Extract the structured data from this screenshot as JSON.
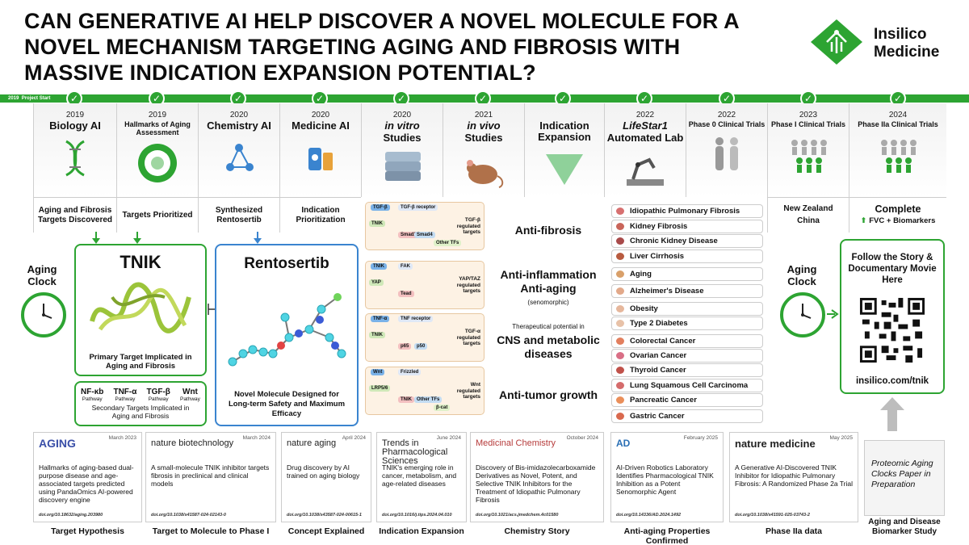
{
  "title": "CAN GENERATIVE AI HELP DISCOVER A NOVEL MOLECULE FOR A NOVEL MECHANISM TARGETING AGING AND FIBROSIS WITH MASSIVE INDICATION EXPANSION POTENTIAL?",
  "logo": {
    "line1": "Insilico",
    "line2": "Medicine"
  },
  "timeline": {
    "start_year": "2019",
    "start_label": "Project Start"
  },
  "milestones": [
    {
      "year": "2019",
      "name": "Biology AI",
      "result": "Aging and Fibrosis Targets Discovered",
      "icon": "dna-icon"
    },
    {
      "year": "2019",
      "name": "Hallmarks of Aging Assessment",
      "result": "Targets Prioritized",
      "icon": "hallmarks-wheel-icon"
    },
    {
      "year": "2020",
      "name": "Chemistry AI",
      "result": "Synthesized Rentosertib",
      "icon": "molecule-network-icon"
    },
    {
      "year": "2020",
      "name": "Medicine AI",
      "result": "Indication Prioritization",
      "icon": "pill-bottle-icon"
    },
    {
      "year": "2020",
      "name": "in vitro",
      "name2": "Studies",
      "icon": "cell-plates-icon"
    },
    {
      "year": "2021",
      "name": "in vivo",
      "name2": "Studies",
      "icon": "mouse-icon"
    },
    {
      "year": "",
      "name": "Indication Expansion",
      "icon": "funnel-arrow-icon"
    },
    {
      "year": "2022",
      "name": "LifeStar1",
      "name2": "Automated Lab",
      "icon": "robot-lab-icon"
    },
    {
      "year": "2022",
      "name": "Phase 0 Clinical Trials",
      "icon": "human-figures-icon"
    },
    {
      "year": "2023",
      "name": "Phase I Clinical Trials",
      "result": "New Zealand",
      "result2": "China",
      "icon": "people-group-icon"
    },
    {
      "year": "2024",
      "name": "Phase IIa Clinical Trials",
      "result": "Complete",
      "result2": "FVC + Biomarkers",
      "icon": "people-group-icon"
    }
  ],
  "aging_clock_left": "Aging Clock",
  "aging_clock_right": "Aging Clock",
  "tnik": {
    "title": "TNIK",
    "caption": "Primary Target Implicated in Aging and Fibrosis",
    "pathways": [
      {
        "name": "NF-κb",
        "sub": "Pathway"
      },
      {
        "name": "TNF-α",
        "sub": "Pathway"
      },
      {
        "name": "TGF-β",
        "sub": "Pathway"
      },
      {
        "name": "Wnt",
        "sub": "Pathway"
      }
    ],
    "secondary": "Secondary Targets Implicated in Aging and Fibrosis"
  },
  "rentosertib": {
    "title": "Rentosertib",
    "caption": "Novel Molecule Designed for Long-term Safety and Maximum Efficacy"
  },
  "mechanisms": [
    {
      "title": "Anti-fibrosis",
      "chips": [
        "TGF-β",
        "TGF-β receptor",
        "TNIK",
        "Smad2/3",
        "Smad4",
        "Other TFs"
      ],
      "reg": "TGF-β regulated targets"
    },
    {
      "title": "Anti-inflammation",
      "title2": "Anti-aging",
      "sub": "(senomorphic)",
      "chips": [
        "TNIK",
        "FAK",
        "YAP",
        "Tead"
      ],
      "reg": "YAP/TAZ regulated targets"
    },
    {
      "pre": "Therapeutical potential in",
      "title": "CNS and metabolic",
      "title2": "diseases",
      "chips": [
        "TNF-α",
        "TNF receptor",
        "TNIK",
        "p65",
        "p50"
      ],
      "reg": "TGF-α regulated targets"
    },
    {
      "title": "Anti-tumor growth",
      "chips": [
        "Wnt",
        "Frizzled",
        "LRP5/6",
        "TNIK",
        "Other TFs",
        "β-cat"
      ],
      "reg": "Wnt regulated targets"
    }
  ],
  "indications": [
    "Idiopathic Pulmonary Fibrosis",
    "Kidney Fibrosis",
    "Chronic Kidney Disease",
    "Liver Cirrhosis",
    "Aging",
    "Alzheimer's Disease",
    "Obesity",
    "Type 2 Diabetes",
    "Colorectal Cancer",
    "Ovarian Cancer",
    "Thyroid Cancer",
    "Lung Squamous Cell Carcinoma",
    "Pancreatic Cancer",
    "Gastric Cancer"
  ],
  "story": {
    "title": "Follow the Story & Documentary Movie Here",
    "url": "insilico.com/tnik"
  },
  "papers": [
    {
      "journal": "AGING",
      "date": "March 2023",
      "text": "Hallmarks of aging-based dual-purpose disease and age-associated targets predicted using PandaOmics AI-powered discovery engine",
      "doi": "doi.org/10.18632/aging.203980",
      "caption": "Target Hypothesis"
    },
    {
      "journal": "nature biotechnology",
      "date": "March 2024",
      "text": "A small-molecule TNIK inhibitor targets fibrosis in preclinical and clinical models",
      "doi": "doi.org/10.1038/s41587-024-02143-0",
      "caption": "Target to Molecule to Phase I"
    },
    {
      "journal": "nature aging",
      "date": "April 2024",
      "text": "Drug discovery by AI trained on aging biology",
      "doi": "doi.org/10.1038/s43587-024-00615-1",
      "caption": "Concept Explained"
    },
    {
      "journal": "Trends in Pharmacological Sciences",
      "date": "June 2024",
      "text": "TNIK's emerging role in cancer, metabolism, and age-related diseases",
      "doi": "doi.org/10.1016/j.tips.2024.04.010",
      "caption": "Indication Expansion"
    },
    {
      "journal": "Medicinal Chemistry",
      "date": "October 2024",
      "text": "Discovery of Bis-imidazolecarboxamide Derivatives as Novel, Potent, and Selective TNIK Inhibitors for the Treatment of Idiopathic Pulmonary Fibrosis",
      "doi": "doi.org/10.1021/acs.jmedchem.4c01580",
      "caption": "Chemistry Story"
    },
    {
      "journal": "AD",
      "date": "February 2025",
      "text": "AI-Driven Robotics Laboratory Identifies Pharmacological TNIK Inhibition as a Potent Senomorphic Agent",
      "doi": "doi.org/10.14336/AD.2024.1492",
      "caption": "Anti-aging Properties Confirmed"
    },
    {
      "journal": "nature medicine",
      "date": "May 2025",
      "text": "A Generative AI-Discovered TNIK Inhibitor for Idiopathic Pulmonary Fibrosis: A Randomized Phase 2a Trial",
      "doi": "doi.org/10.1038/s41591-025-03743-2",
      "caption": "Phase IIa data"
    },
    {
      "journal": "",
      "date": "",
      "text": "Proteomic Aging Clocks Paper in Preparation",
      "doi": "",
      "caption": "Aging and Disease Biomarker Study"
    }
  ]
}
